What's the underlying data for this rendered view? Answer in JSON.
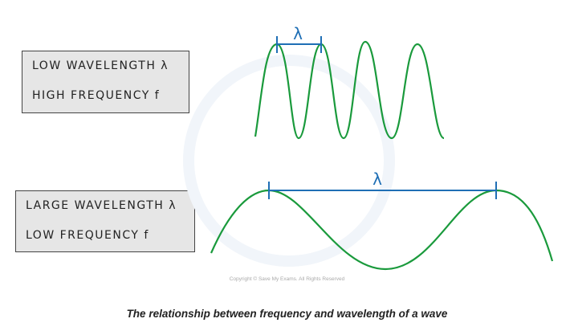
{
  "top_box": {
    "line1": "LOW WAVELENGTH λ",
    "line2": "HIGH FREQUENCY f"
  },
  "bottom_box": {
    "line1": "LARGE WAVELENGTH λ",
    "line2": "LOW FREQUENCY f"
  },
  "top_wave": {
    "lambda_label": "λ"
  },
  "bottom_wave": {
    "lambda_label": "λ"
  },
  "copyright": "Copyright © Save My Exams. All Rights Reserved",
  "caption": "The relationship between frequency and wavelength of a wave",
  "colors": {
    "wave": "#1a9a3c",
    "wavelength_marker": "#1f6fb5",
    "box_fill": "#e6e6e6"
  }
}
